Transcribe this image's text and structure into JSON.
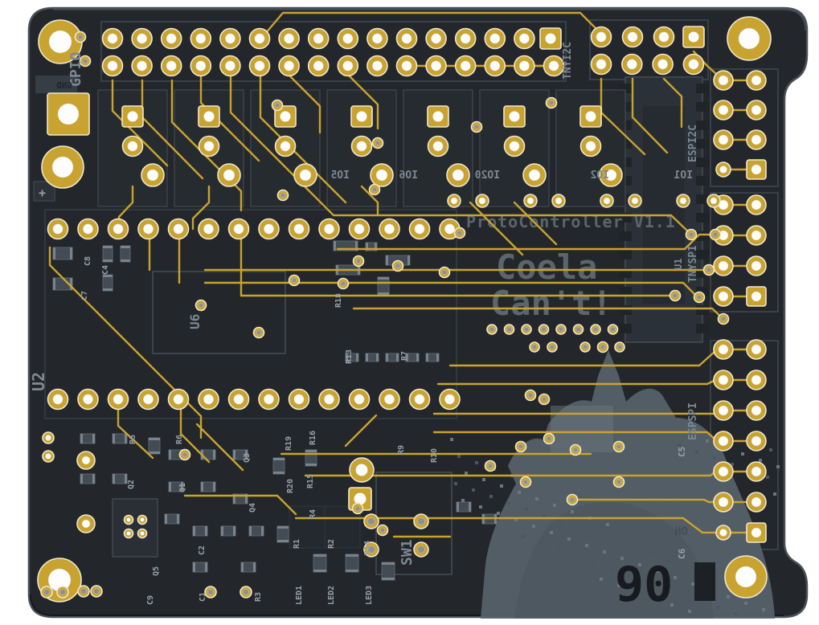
{
  "board": {
    "title": "ProtoController V1.1",
    "slogan_line1": "Coela",
    "slogan_line2": "Can't!",
    "ghost_number": "90",
    "ghost_on": "ON"
  },
  "connectors": {
    "gpio": "GPIO",
    "tnyi2c": "TNYI2C",
    "espi2c": "ESPI2C",
    "tnyspi": "TNYSPI",
    "espspi": "ESPSPI"
  },
  "power": {
    "gnd_label": "GND",
    "plus_label": "+"
  },
  "io_labels": [
    {
      "text": "IO5"
    },
    {
      "text": "IO6"
    },
    {
      "text": "IO20"
    },
    {
      "text": "IO2"
    },
    {
      "text": "IO1"
    }
  ],
  "refs": [
    {
      "text": "U2"
    },
    {
      "text": "C8"
    },
    {
      "text": "C7"
    },
    {
      "text": "C4"
    },
    {
      "text": "U6"
    },
    {
      "text": "R18"
    },
    {
      "text": "R13"
    },
    {
      "text": "R7"
    },
    {
      "text": "R9"
    },
    {
      "text": "R10"
    },
    {
      "text": "R5"
    },
    {
      "text": "R6"
    },
    {
      "text": "Q3"
    },
    {
      "text": "R19"
    },
    {
      "text": "R16"
    },
    {
      "text": "Q2"
    },
    {
      "text": "Q1"
    },
    {
      "text": "Q4"
    },
    {
      "text": "R20"
    },
    {
      "text": "R15"
    },
    {
      "text": "R4"
    },
    {
      "text": "Q5"
    },
    {
      "text": "C9"
    },
    {
      "text": "C2"
    },
    {
      "text": "C1"
    },
    {
      "text": "R3"
    },
    {
      "text": "R14"
    },
    {
      "text": "R1"
    },
    {
      "text": "R2"
    },
    {
      "text": "LED1"
    },
    {
      "text": "LED2"
    },
    {
      "text": "LED3"
    },
    {
      "text": "SW1"
    },
    {
      "text": "C5"
    },
    {
      "text": "C6"
    },
    {
      "text": "U1"
    }
  ],
  "colors": {
    "board": "#23272b",
    "board_edge": "#4a5058",
    "gold": "#c9a32f",
    "pad_rim": "#f0e8cf",
    "hole": "#fdfdfd",
    "via_tent": "#8a9097",
    "silk": "#97a1a8",
    "silk_dim": "#7d8891",
    "ghost": "#5a656e",
    "courtyard": "#3e464e",
    "mascot": "#57626b"
  }
}
